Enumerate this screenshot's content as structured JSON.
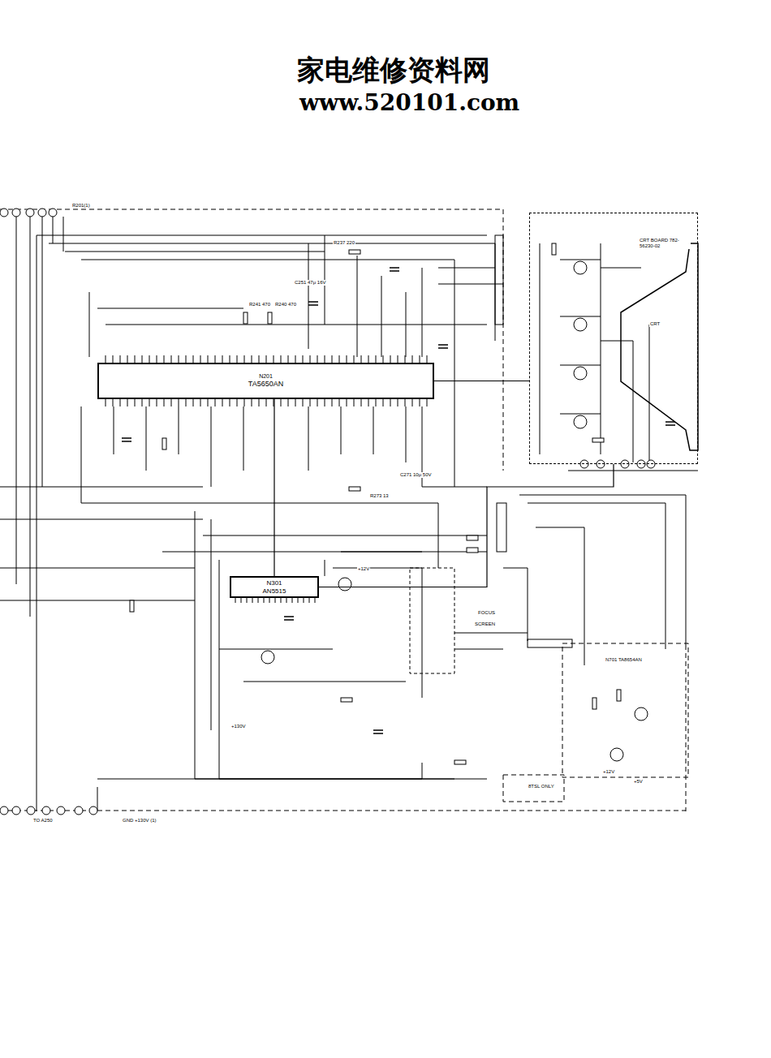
{
  "diagram": {
    "nodes": [
      {
        "text": [
          "N201",
          "TA5650AN"
        ]
      },
      {
        "text": [
          "N301",
          "AN5515"
        ]
      },
      {
        "text": [
          "CRT BOARD 782-56230-02"
        ]
      }
    ],
    "edges": [
      {
        "from": 0,
        "to": 1,
        "arrow": "none"
      },
      {
        "from": 0,
        "to": 2,
        "arrow": "none"
      },
      {
        "from": 1,
        "to": 2,
        "arrow": "none"
      }
    ],
    "labels": [
      "家电维修资料网",
      "www.520101.com",
      "CRT",
      "FOCUS",
      "SCREEN",
      "+12V",
      "+5V",
      "8TSL ONLY",
      "GND +130V (1)",
      "TO A250",
      "+130V",
      "+12V",
      "N701 TA8654AN",
      "R201(1)",
      "C251 47μ 16V",
      "R237 220",
      "R240 470",
      "R241 470",
      "C271 10μ 50V",
      "R273 13"
    ]
  }
}
